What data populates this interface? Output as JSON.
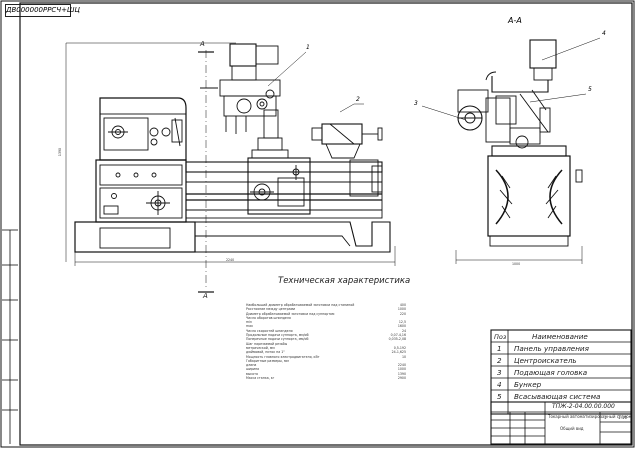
{
  "drawing_stamp": "ДВ000000РРСЧ+ШЦ",
  "section_label": "А-А",
  "view_marker": "А",
  "callouts": [
    "1",
    "2",
    "3",
    "4",
    "5"
  ],
  "dimensions": {
    "overall_length": "2240",
    "overall_height": "1390",
    "side_width": "1000"
  },
  "spec_table": {
    "title": "Техническая характеристика",
    "rows": [
      {
        "name": "Наибольший диаметр обрабатываемой заготовки над станиной",
        "value": "400"
      },
      {
        "name": "Расстояние между центрами",
        "value": "1000"
      },
      {
        "name": "Диаметр обрабатываемой заготовки над суппортом",
        "value": "220"
      },
      {
        "name": "Число оборотов шпинделя",
        "value": ""
      },
      {
        "name": "min",
        "value": "12,5"
      },
      {
        "name": "max",
        "value": "1600"
      },
      {
        "name": "Число скоростей шпинделя",
        "value": "24"
      },
      {
        "name": "Продольные подачи суппорта, мм/об",
        "value": "0,07-4,16"
      },
      {
        "name": "Поперечные подачи суппорта, мм/об",
        "value": "0,035-2,08"
      },
      {
        "name": "Шаг нарезаемой резьбы",
        "value": ""
      },
      {
        "name": "метрической, мм",
        "value": "0,5-192"
      },
      {
        "name": "дюймовой, ниток на 1\"",
        "value": "24-1,625"
      },
      {
        "name": "Мощность главного электродвигателя, кВт",
        "value": "10"
      },
      {
        "name": "Габаритные размеры, мм",
        "value": ""
      },
      {
        "name": "длина",
        "value": "2240"
      },
      {
        "name": "ширина",
        "value": "1000"
      },
      {
        "name": "высота",
        "value": "1390"
      },
      {
        "name": "Масса станка, кг",
        "value": "2900"
      }
    ]
  },
  "bom": {
    "header": {
      "pos": "Поз",
      "name": "Наименование"
    },
    "items": [
      {
        "pos": "1",
        "name": "Панель управления"
      },
      {
        "pos": "2",
        "name": "Центроискатель"
      },
      {
        "pos": "3",
        "name": "Подающая головка"
      },
      {
        "pos": "4",
        "name": "Бункер"
      },
      {
        "pos": "5",
        "name": "Всасывающая система"
      }
    ]
  },
  "title_block": {
    "doc_code": "ТПЖ-2-04.00.00.000",
    "name": "Токарный автоматизированный станок",
    "sub": "Общий вид",
    "sheet": "1",
    "scale": "1:10"
  }
}
